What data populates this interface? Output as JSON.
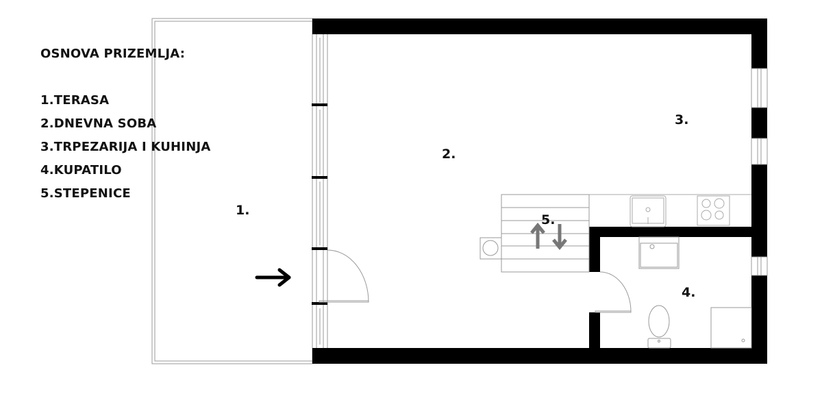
{
  "legend": {
    "title": "OSNOVA PRIZEMLJA:",
    "items": [
      {
        "label": "1.TERASA"
      },
      {
        "label": "2.DNEVNA SOBA"
      },
      {
        "label": "3.TRPEZARIJA I KUHINJA"
      },
      {
        "label": "4.KUPATILO"
      },
      {
        "label": "5.STEPENICE"
      }
    ]
  },
  "rooms": [
    {
      "id": "terasa",
      "number": "1."
    },
    {
      "id": "dnevna-soba",
      "number": "2."
    },
    {
      "id": "trpezarija-kuhinja",
      "number": "3."
    },
    {
      "id": "kupatilo",
      "number": "4."
    },
    {
      "id": "stepenice",
      "number": "5."
    }
  ],
  "colors": {
    "wall": "#000000",
    "line": "#999999",
    "arrow": "#777777"
  }
}
